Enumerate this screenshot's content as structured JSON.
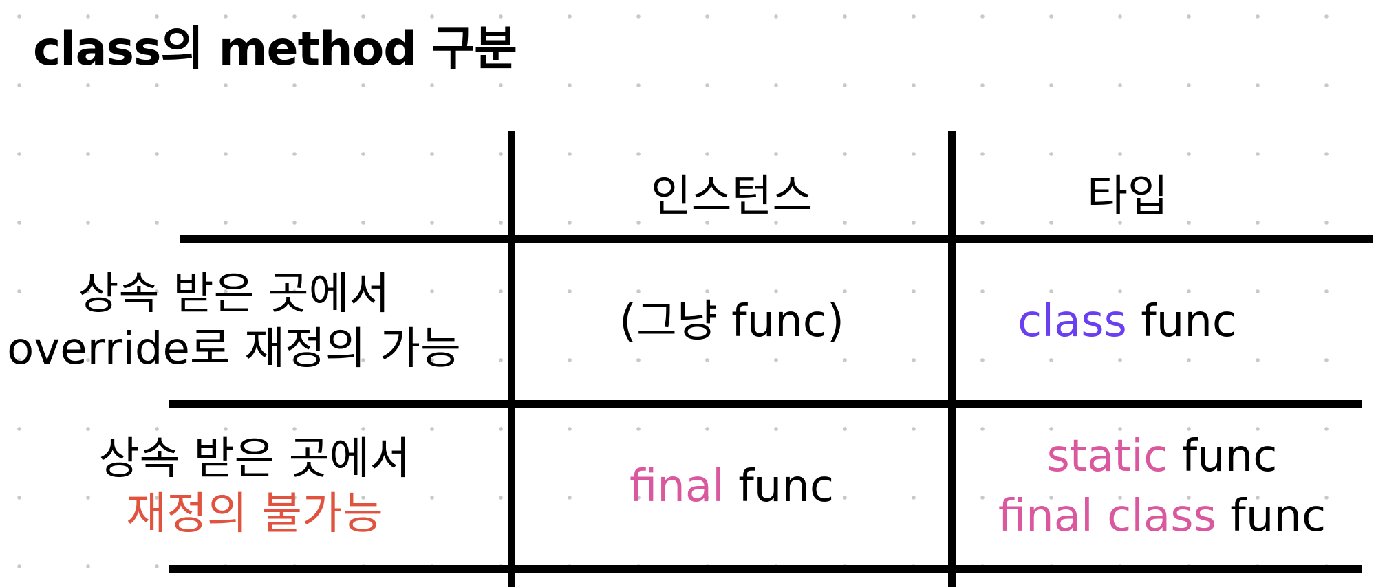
{
  "title": "class의 method 구분",
  "table": {
    "header": {
      "instance": "인스턴스",
      "type": "타입"
    },
    "rows": [
      {
        "label_line1": "상속 받은 곳에서",
        "label_line2": "override로 재정의 가능",
        "instance_text": "(그냥 func)",
        "type_keyword": "class",
        "type_rest": " func"
      },
      {
        "label_line1": "상속 받은 곳에서",
        "label_line2": "재정의 불가능",
        "instance_keyword": "final",
        "instance_rest": " func",
        "type_line1_keyword": "static",
        "type_line1_rest": " func",
        "type_line2_keyword": "final class",
        "type_line2_rest": " func"
      }
    ]
  },
  "colors": {
    "keyword_purple": "#6a3ff0",
    "keyword_pink": "#d9589e",
    "emphasis_red": "#e0533f",
    "grid_lines": "#000000",
    "dot_grid": "#c9c9c9"
  }
}
